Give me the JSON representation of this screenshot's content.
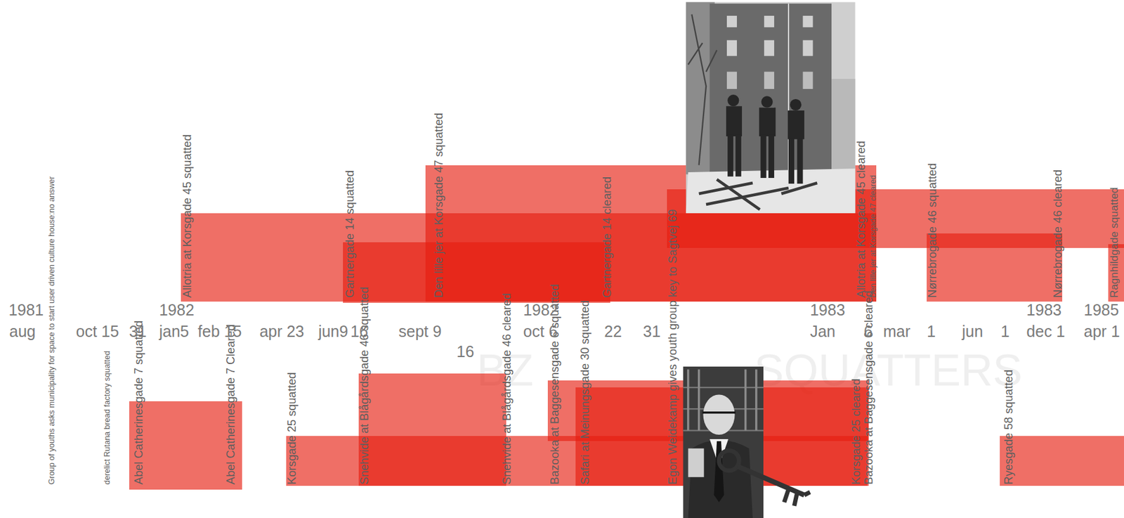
{
  "diagram": {
    "nodes": [
      {
        "text": [
          "Allotria at Korsgade 45 squatted",
          "Allotria at Korsgade 45 cleared"
        ]
      },
      {
        "text": [
          "Den lille jer at Korsgade 47 squatted",
          "Den lille jer at Korsgade 47 cleared"
        ]
      },
      {
        "text": [
          "Gartnergade 14 squatted",
          "Gartnergade 14 cleared"
        ]
      },
      {
        "text": [
          "Egon Weidekamp gives youth group key to Sagtvej 69"
        ]
      },
      {
        "text": [
          "Nørrebrogade 46 squatted",
          "Nørrebrogade 46 cleared"
        ]
      },
      {
        "text": [
          "Ragnhildgade squatted"
        ]
      },
      {
        "text": [
          "Abel Catherinesgade 7 squatted",
          "Abel Catherinesgade 7 Cleared"
        ]
      },
      {
        "text": [
          "Korsgade 25 squatted",
          "Korsgade 25 cleared"
        ]
      },
      {
        "text": [
          "Snehvide at Blågårdsgade 46 squatted",
          "Snehvide at Blågårdsgade 46 cleared"
        ]
      },
      {
        "text": [
          "Bazooka at Baggesensgade 6 squatted",
          "Bazooka at Baggesensgade 6 cleared"
        ]
      },
      {
        "text": [
          "Safari at Meinungsgade 30 squatted"
        ]
      },
      {
        "text": [
          "Ryesgade 58 squatted"
        ]
      }
    ],
    "labels": [
      "Group of youths asks municipality for space to start user driven culture house:no answer",
      "derelict Rutana bread factory squatted",
      "1981",
      "1982",
      "1982",
      "1983",
      "1983",
      "1985",
      "aug",
      "oct 15",
      "31",
      "jan5",
      "feb 15",
      "apr 23",
      "jun9",
      "16",
      "sept 9",
      "oct 6",
      "22",
      "31",
      "Jan",
      "6",
      "mar",
      "1",
      "jun",
      "1",
      "dec 1",
      "apr 1",
      "16",
      "BZ",
      "SQUATTERS"
    ]
  }
}
